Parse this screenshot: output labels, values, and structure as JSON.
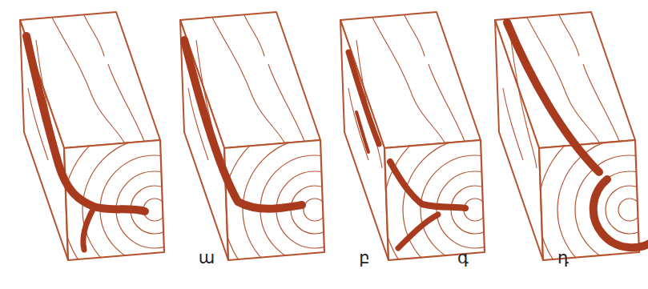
{
  "diagram": {
    "labels": [
      "ա",
      "բ",
      "գ",
      "դ"
    ]
  }
}
